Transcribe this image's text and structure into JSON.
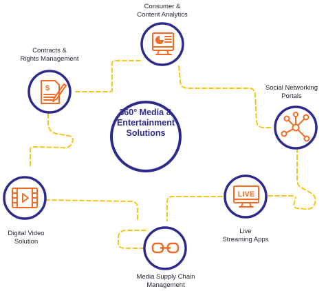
{
  "center": {
    "line1": "360° Media &",
    "line2": "Entertainment",
    "line3": "Solutions"
  },
  "nodes": {
    "consumer_analytics": {
      "line1": "Consumer &",
      "line2": "Content Analytics",
      "icon": "analytics-dashboard-icon"
    },
    "contracts": {
      "line1": "Contracts &",
      "line2": "Rights Management",
      "icon": "contract-document-icon"
    },
    "social": {
      "line1": "Social Networking",
      "line2": "Portals",
      "icon": "network-hub-icon"
    },
    "digital_video": {
      "line1": "Digital Video",
      "line2": "Solution",
      "icon": "video-player-icon"
    },
    "live_streaming": {
      "line1": "Live",
      "line2": "Streaming Apps",
      "icon": "live-tv-icon",
      "badge": "LIVE"
    },
    "supply_chain": {
      "line1": "Media Supply Chain",
      "line2": "Management",
      "icon": "chain-link-icon"
    }
  },
  "colors": {
    "ring": "#2e2a8c",
    "icon": "#f26a21",
    "connector": "#f5c518",
    "text": "#1f1f2e"
  }
}
